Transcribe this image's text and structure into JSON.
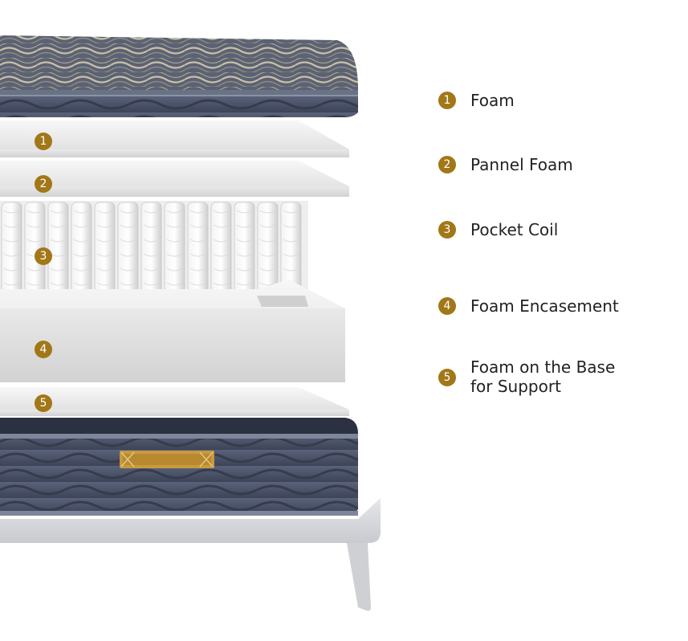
{
  "colors": {
    "badge": "#a27718",
    "fabric": "#4a5368",
    "foam": "#ededed",
    "handle": "#c79a3e"
  },
  "layers": [
    {
      "number": "1",
      "label": "Foam"
    },
    {
      "number": "2",
      "label": "Pannel Foam"
    },
    {
      "number": "3",
      "label": "Pocket Coil"
    },
    {
      "number": "4",
      "label": "Foam Encasement"
    },
    {
      "number": "5",
      "label": "Foam on the Base\nfor Support"
    }
  ]
}
